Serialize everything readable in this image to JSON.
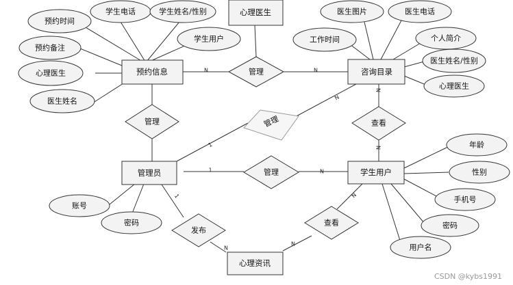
{
  "entities": {
    "appointment_info": "预约信息",
    "counseling_catalog": "咨询目录",
    "admin": "管理员",
    "student_user": "学生用户",
    "psych_doctor": "心理医生",
    "psych_news": "心理资讯"
  },
  "relationships": {
    "manage_appt_catalog": "管理",
    "manage_admin_appt": "管理",
    "manage_admin_catalog": "管理",
    "view_student_catalog": "查看",
    "manage_admin_student": "管理",
    "publish": "发布",
    "view_student_news": "查看"
  },
  "attributes": {
    "appt_time": "预约时间",
    "student_phone": "学生电话",
    "student_name_gender": "学生姓名/性别",
    "appt_note": "预约备注",
    "appt_doctor": "心理医生",
    "appt_doctor_name": "医生姓名",
    "appt_student_user": "学生用户",
    "doctor_photo": "医生图片",
    "doctor_phone": "医生电话",
    "work_time": "工作时间",
    "profile": "个人简介",
    "doctor_name_gender": "医生姓名/性别",
    "catalog_doctor": "心理医生",
    "age": "年龄",
    "gender": "性别",
    "mobile": "手机号",
    "student_password": "密码",
    "username": "用户名",
    "account": "账号",
    "admin_password": "密码"
  },
  "cardinality": {
    "n": "N",
    "one": "1"
  },
  "watermark": "CSDN @kybs1991"
}
